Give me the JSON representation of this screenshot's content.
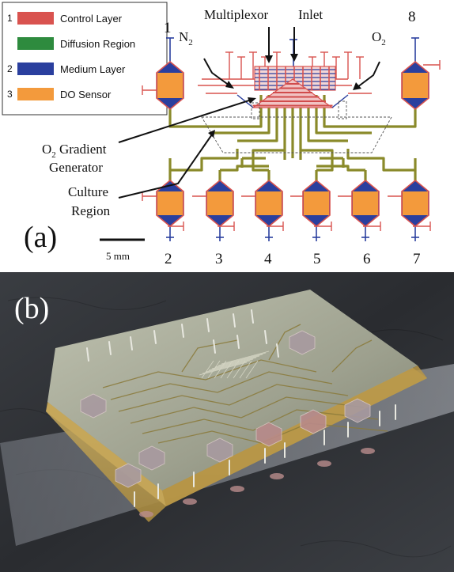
{
  "legend": {
    "items": [
      {
        "num": "1",
        "label": "Control Layer",
        "color": "#d9534f"
      },
      {
        "num": "",
        "label": "Diffusion Region",
        "color": "#2e8b3e"
      },
      {
        "num": "2",
        "label": "Medium Layer",
        "color": "#2a3f9e"
      },
      {
        "num": "3",
        "label": "DO Sensor",
        "color": "#f39a3c"
      }
    ]
  },
  "panel_a": {
    "tag": "(a)",
    "multiplexor": "Multiplexor",
    "inlet": "Inlet",
    "n2": "N",
    "n2_sub": "2",
    "o2": "O",
    "o2_sub": "2",
    "o2_gradient_line1_main": "O",
    "o2_gradient_line1_sub": "2",
    "o2_gradient_line1_rest": " Gradient",
    "o2_gradient_line2": "Generator",
    "culture_line1": "Culture",
    "culture_line2": "Region",
    "scale": "5 mm",
    "numbers_top": [
      "1",
      "8"
    ],
    "numbers_bottom": [
      "2",
      "3",
      "4",
      "5",
      "6",
      "7"
    ]
  },
  "panel_b": {
    "tag": "(b)"
  },
  "colors": {
    "channel": "#8a8a2a",
    "sensor": "#f39a3c",
    "medium": "#2a3f9e",
    "control": "#d9534f",
    "photo_bg": "#2f3236"
  }
}
